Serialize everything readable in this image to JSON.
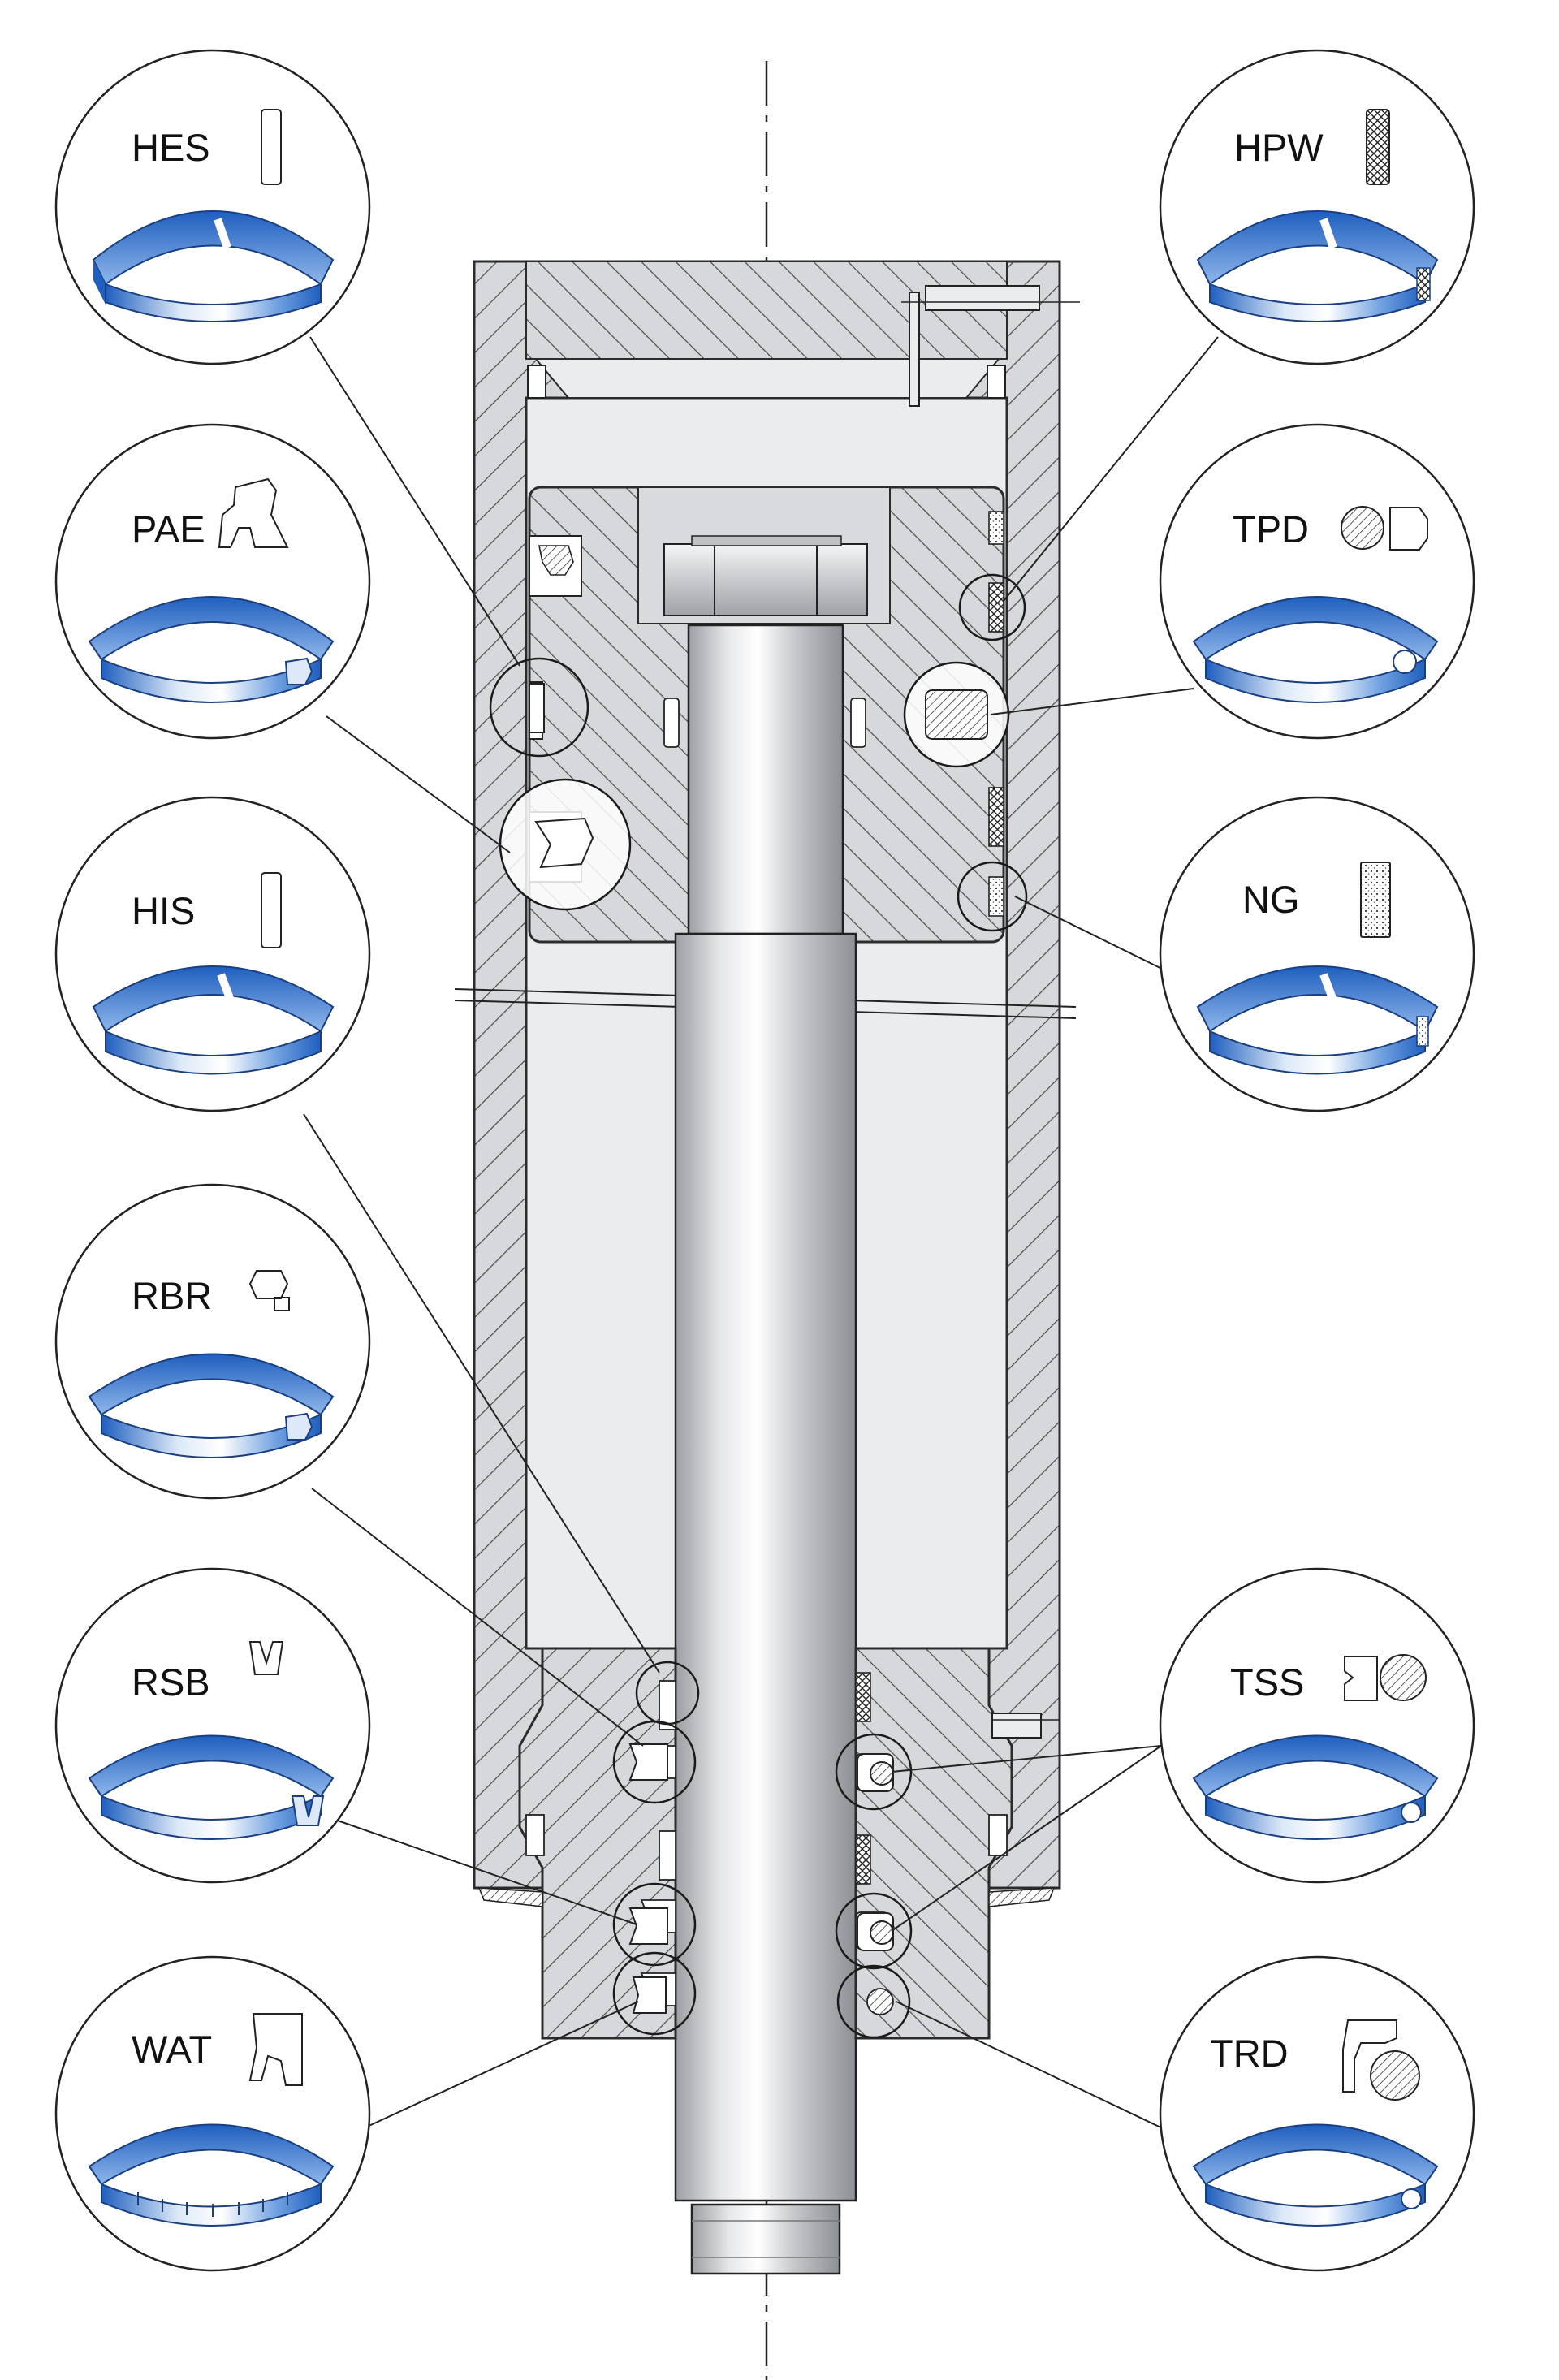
{
  "callouts": {
    "hes": {
      "code": "HES"
    },
    "pae": {
      "code": "PAE"
    },
    "his": {
      "code": "HIS"
    },
    "rbr": {
      "code": "RBR"
    },
    "rsb": {
      "code": "RSB"
    },
    "wat": {
      "code": "WAT"
    },
    "hpw": {
      "code": "HPW"
    },
    "tpd": {
      "code": "TPD"
    },
    "ng": {
      "code": "NG"
    },
    "tss": {
      "code": "TSS"
    },
    "trd": {
      "code": "TRD"
    }
  },
  "colors": {
    "ring_blue": "#1f5fbf",
    "ring_light": "#dde9f8",
    "body_gray": "#d6d8dc",
    "chamber_gray": "#ebecee",
    "rod_gray": "#c9cbce",
    "line": "#2b2b2b"
  }
}
